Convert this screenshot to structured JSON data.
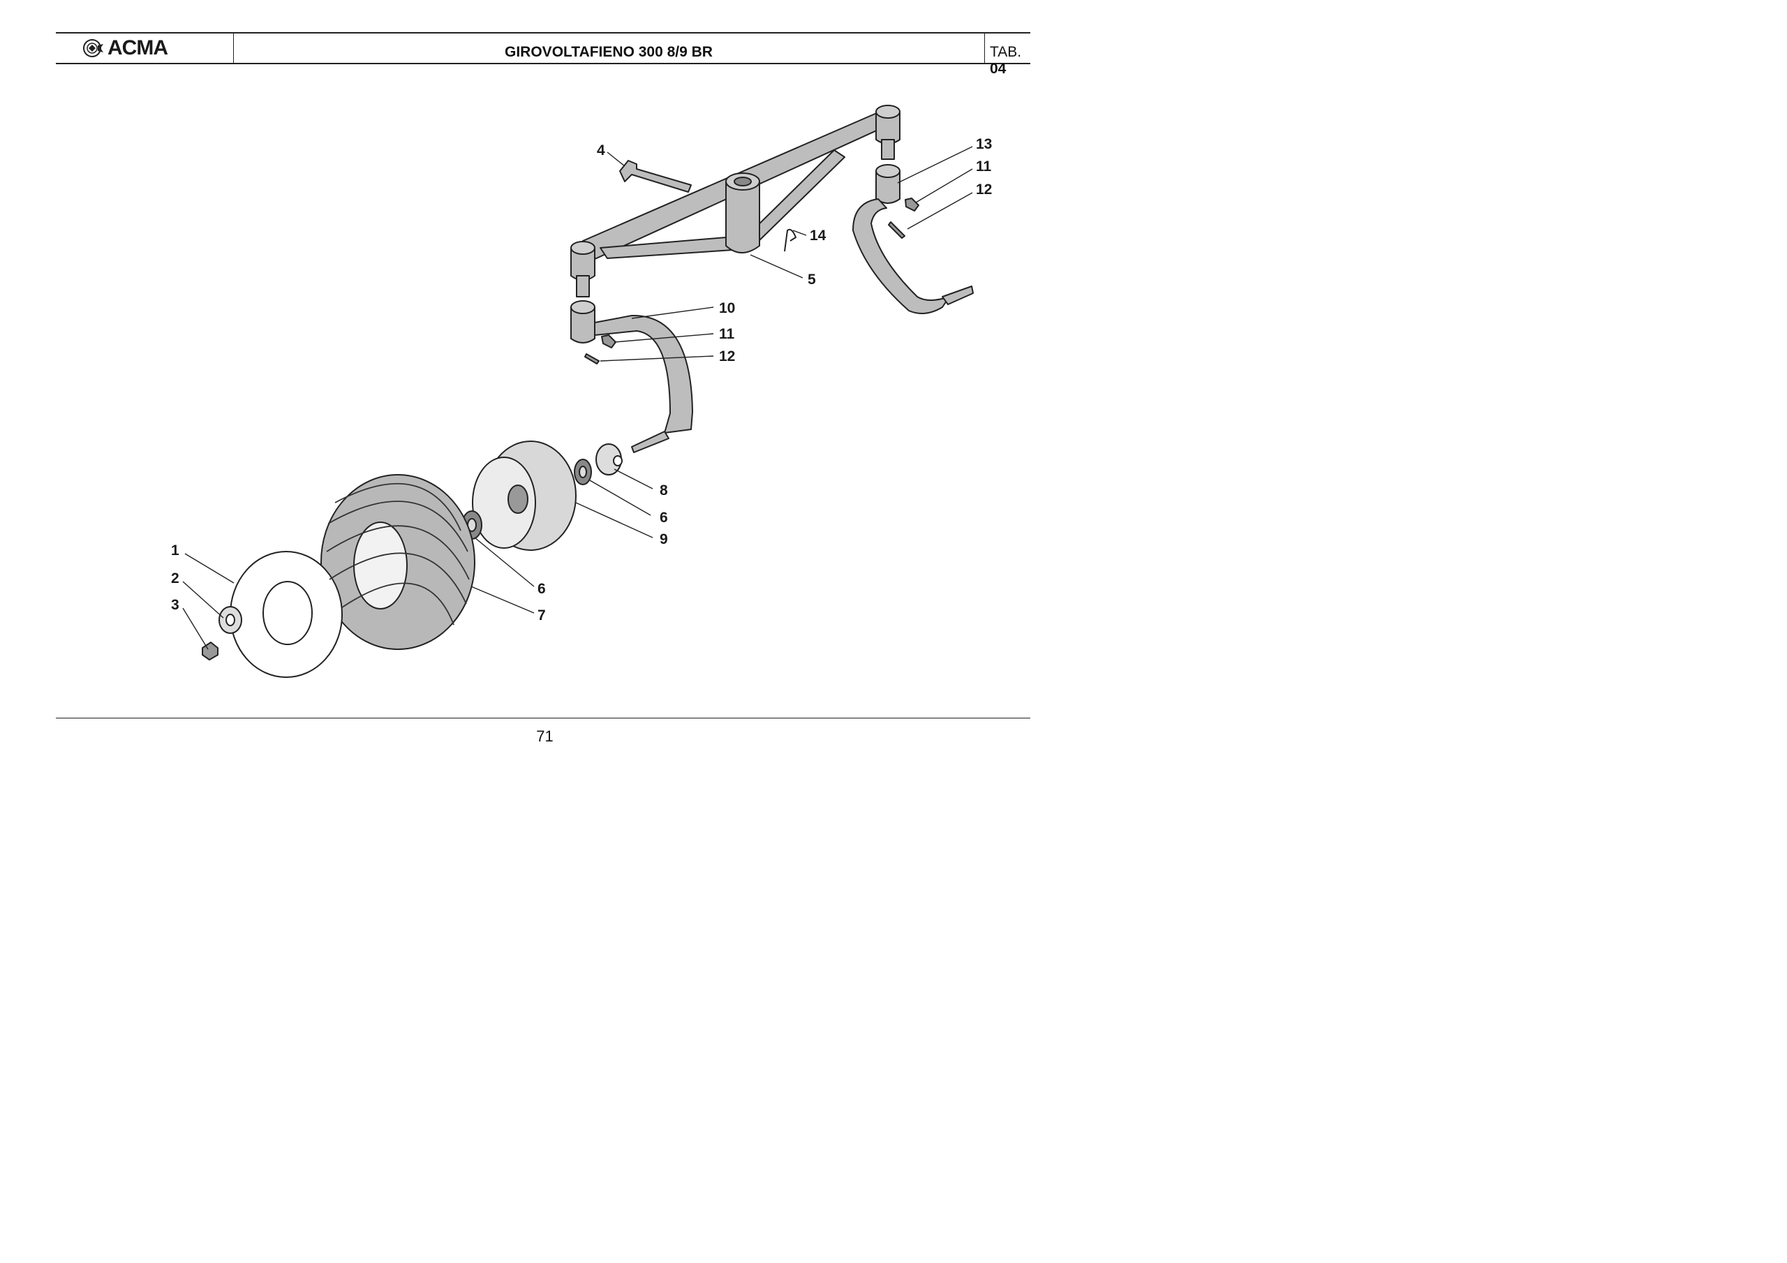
{
  "header": {
    "logo": "ACMA",
    "title": "GIROVOLTAFIENO 300 8/9 BR",
    "tab_label": "TAB.",
    "tab_number": "04"
  },
  "callouts": [
    "1",
    "2",
    "3",
    "4",
    "5",
    "6",
    "6",
    "7",
    "8",
    "9",
    "10",
    "11",
    "11",
    "12",
    "12",
    "13",
    "14"
  ],
  "footer": {
    "page_number": "71"
  }
}
